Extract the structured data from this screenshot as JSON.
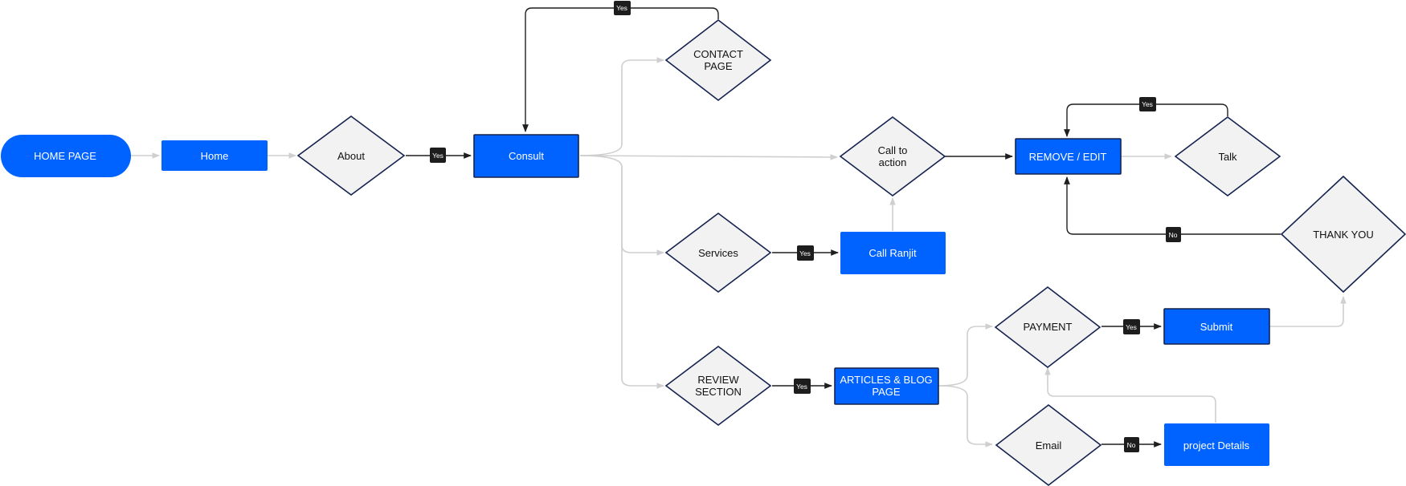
{
  "colors": {
    "process_fill": "#0062ff",
    "decision_fill": "#f2f2f2",
    "decision_stroke": "#14234f",
    "primary_connector": "#1f1f1f",
    "secondary_connector": "#cfcfcf",
    "edge_label_fill": "#1d1d1d"
  },
  "nodes": {
    "home_page": "HOME PAGE",
    "home": "Home",
    "about": "About",
    "consult": "Consult",
    "contact_page_line1": "CONTACT",
    "contact_page_line2": "PAGE",
    "call_to_action_line1": "Call to",
    "call_to_action_line2": "action",
    "remove_edit": "REMOVE / EDIT",
    "talk": "Talk",
    "thank_you": "THANK YOU",
    "services": "Services",
    "call_ranjit": "Call Ranjit",
    "review_section_line1": "REVIEW",
    "review_section_line2": "SECTION",
    "articles_blog_line1": "ARTICLES & BLOG",
    "articles_blog_line2": "PAGE",
    "payment": "PAYMENT",
    "submit": "Submit",
    "email": "Email",
    "project_details": "project Details"
  },
  "edge_labels": {
    "about_consult": "Yes",
    "consult_loop": "Yes",
    "services_call": "Yes",
    "review_articles": "Yes",
    "payment_submit": "Yes",
    "email_project": "No",
    "talk_loop": "Yes",
    "thank_you_back": "No"
  }
}
